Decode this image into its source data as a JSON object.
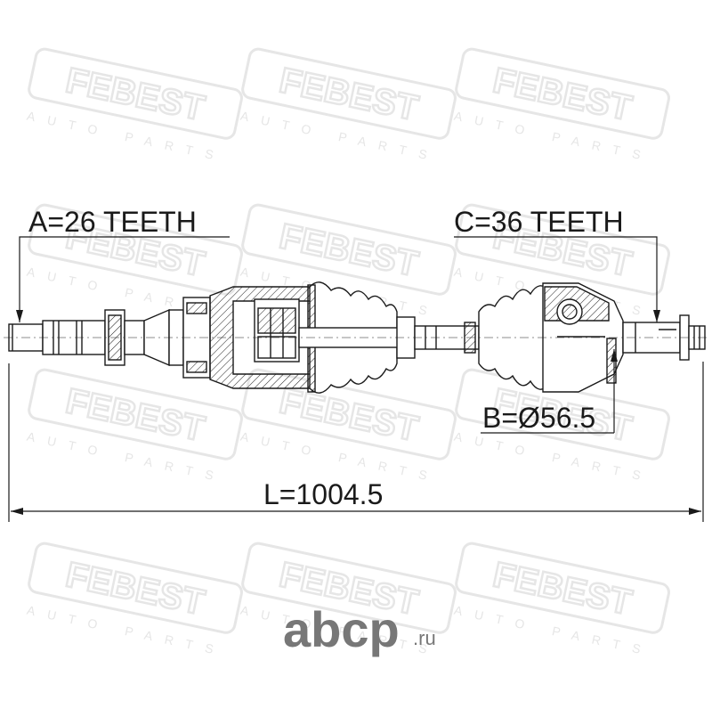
{
  "watermark": {
    "brand": "FEBEST",
    "tagline": "AUTO PARTS"
  },
  "labels": {
    "spline_a": "A=26 TEETH",
    "spline_c": "C=36 TEETH",
    "diameter_b": "B=Ø56.5",
    "length": "L=1004.5"
  },
  "footer_logo": {
    "text": "abcp",
    "suffix": ".ru"
  },
  "colors": {
    "line": "#1a1a1a",
    "watermark": "#e6e6e6",
    "background": "#ffffff"
  }
}
